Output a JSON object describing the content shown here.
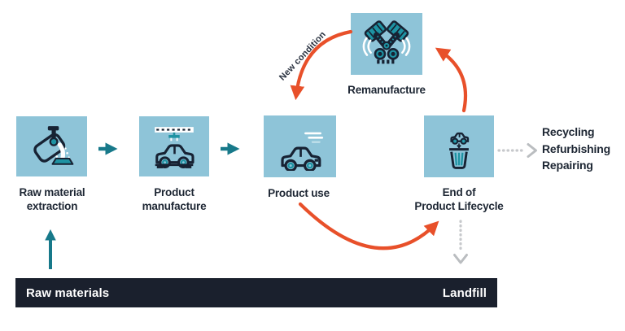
{
  "diagram": {
    "stages": {
      "extraction": {
        "line1": "Raw material",
        "line2": "extraction",
        "icon": "ladle-pour-icon"
      },
      "manufacture": {
        "line1": "Product",
        "line2": "manufacture",
        "icon": "assembly-line-car-icon"
      },
      "use": {
        "line1": "Product use",
        "icon": "driving-car-icon"
      },
      "end_of_life": {
        "line1": "End of",
        "line2": "Product Lifecycle",
        "icon": "car-trash-bin-icon"
      },
      "remanufacture": {
        "label": "Remanufacture",
        "icon": "engine-icon"
      }
    },
    "flows": {
      "new_condition_label": "New condition",
      "recovery_options": {
        "line1": "Recycling",
        "line2": "Refurbishing",
        "line3": "Repairing"
      }
    },
    "bottom_bar": {
      "left_label": "Raw materials",
      "right_label": "Landfill"
    },
    "colors": {
      "stage_box_fill": "#8ec4d8",
      "teal_arrow": "#17798a",
      "orange_arrow": "#e8502a",
      "icon_navy": "#172233",
      "icon_teal": "#1e93a3",
      "dotted_gray": "#c7c9cc",
      "bar_background": "#1a202d",
      "label_text": "#1d2633",
      "bar_text": "#ffffff"
    }
  }
}
